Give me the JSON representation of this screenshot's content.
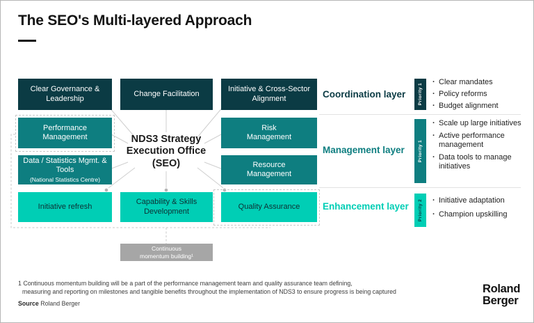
{
  "title": "The SEO's Multi-layered Approach",
  "diagram": {
    "center_title": [
      "NDS3 Strategy",
      "Execution Office",
      "(SEO)"
    ],
    "boxes": {
      "clear_governance": "Clear Governance & Leadership",
      "change_facilitation": "Change Facilitation",
      "initiative_alignment": "Initiative & Cross-Sector Alignment",
      "performance_management": "Performance Management",
      "risk_management": "Risk Management",
      "data_statistics": "Data / Statistics Mgmt. & Tools",
      "data_statistics_sub": "(National Statistics Centre)",
      "resource_management": "Resource Management",
      "initiative_refresh": "Initiative refresh",
      "capability_skills": "Capability & Skills Development",
      "quality_assurance": "Quality Assurance",
      "momentum": "Continuous momentum building¹"
    }
  },
  "layers": [
    {
      "label": "Coordination layer",
      "priority": "Priority 1",
      "bullets": [
        "Clear mandates",
        "Policy reforms",
        "Budget alignment"
      ]
    },
    {
      "label": "Management layer",
      "priority": "Priority 1",
      "bullets": [
        "Scale up large initiatives",
        "Active performance management",
        "Data tools to manage initiatives"
      ]
    },
    {
      "label": "Enhancement layer",
      "priority": "Priority 2",
      "bullets": [
        "Initiative adaptation",
        "Champion upskilling"
      ]
    }
  ],
  "footnote": {
    "line1": "1 Continuous momentum building will be a part of the performance management team and quality assurance team defining,",
    "line2": "measuring and reporting on milestones and tangible benefits throughout the implementation of NDS3 to ensure progress is being captured",
    "source_label": "Source",
    "source_value": "Roland Berger"
  },
  "logo": {
    "line1": "Roland",
    "line2": "Berger"
  },
  "colors": {
    "dark_teal": "#0b3b44",
    "medium_teal": "#0e7e80",
    "bright_teal": "#00ceb5",
    "gray_box": "#a6a6a6"
  }
}
